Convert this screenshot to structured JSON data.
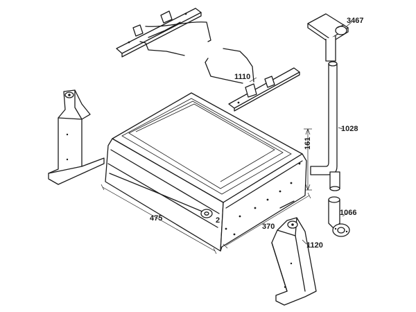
{
  "labels": {
    "part_3467": "3467",
    "part_1110": "1110",
    "part_1028": "1028",
    "part_1066": "1066",
    "part_1120": "1120",
    "dim_depth": "475",
    "dim_width": "370",
    "dim_height": "161",
    "knob_number": "2"
  }
}
